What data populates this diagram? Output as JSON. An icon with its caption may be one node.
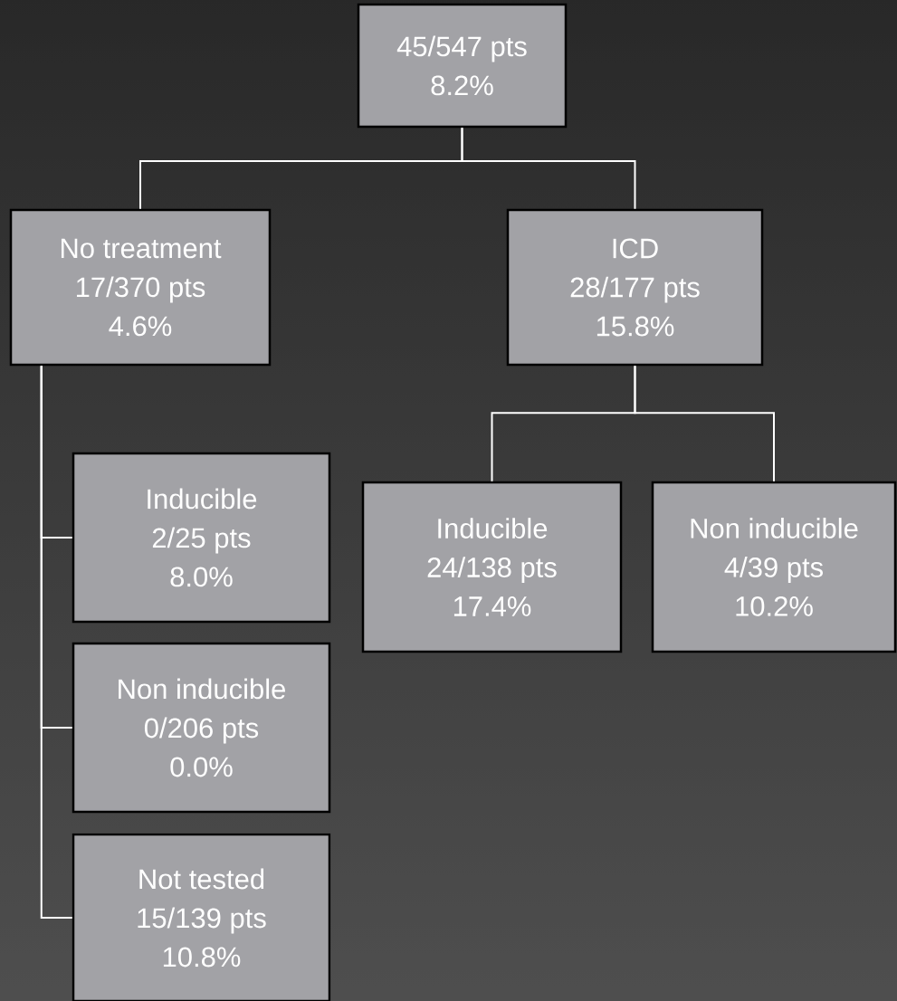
{
  "diagram": {
    "nodes": [
      {
        "text": [
          "45/547 pts",
          "8.2%"
        ]
      },
      {
        "text": [
          "No treatment",
          "17/370 pts",
          "4.6%"
        ]
      },
      {
        "text": [
          "ICD",
          "28/177 pts",
          "15.8%"
        ]
      },
      {
        "text": [
          "Inducible",
          "2/25 pts",
          "8.0%"
        ]
      },
      {
        "text": [
          "Inducible",
          "24/138 pts",
          "17.4%"
        ]
      },
      {
        "text": [
          "Non inducible",
          "4/39 pts",
          "10.2%"
        ]
      },
      {
        "text": [
          "Non inducible",
          "0/206 pts",
          "0.0%"
        ]
      },
      {
        "text": [
          "Not tested",
          "15/139 pts",
          "10.8%"
        ]
      }
    ],
    "edges": [
      {
        "from": 0,
        "to": 1,
        "arrow": "none"
      },
      {
        "from": 0,
        "to": 2,
        "arrow": "none"
      },
      {
        "from": 2,
        "to": 4,
        "arrow": "none"
      },
      {
        "from": 2,
        "to": 5,
        "arrow": "none"
      },
      {
        "from": 1,
        "to": 3,
        "arrow": "none"
      },
      {
        "from": 1,
        "to": 6,
        "arrow": "none"
      },
      {
        "from": 1,
        "to": 7,
        "arrow": "none"
      }
    ]
  }
}
